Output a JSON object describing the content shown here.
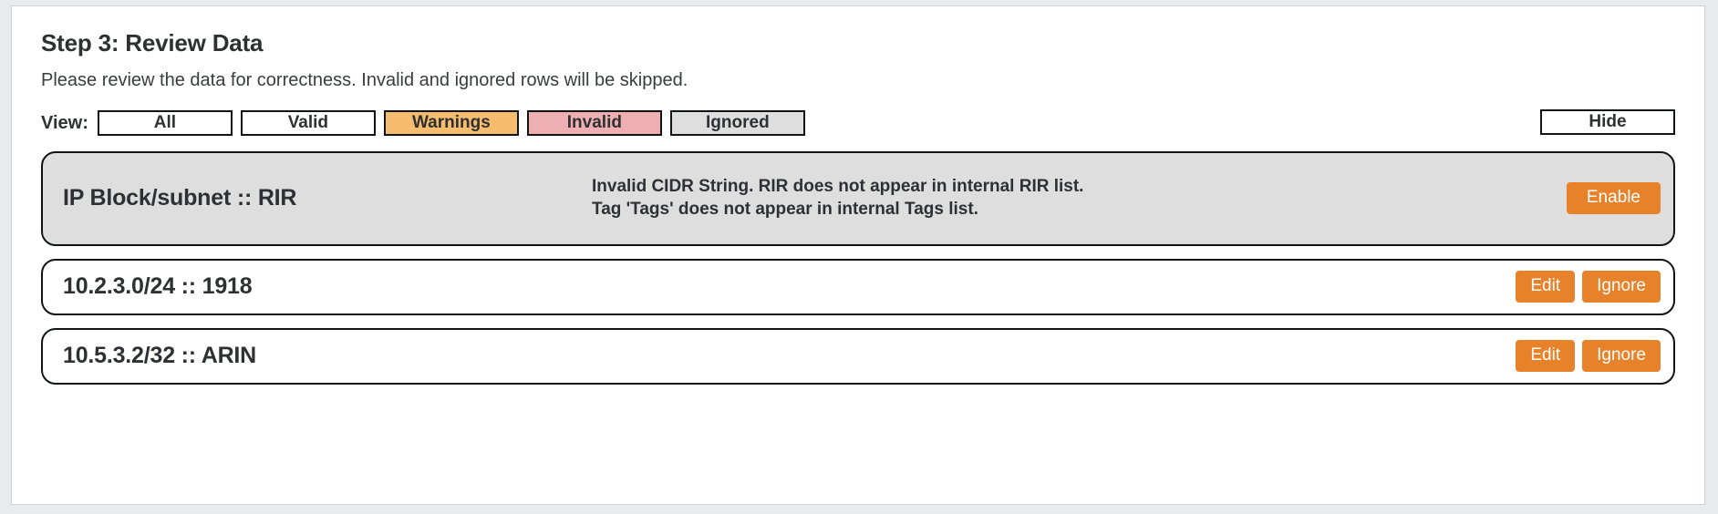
{
  "step": {
    "title": "Step 3: Review Data",
    "subtitle": "Please review the data for correctness. Invalid and ignored rows will be skipped."
  },
  "filters": {
    "label": "View:",
    "options": [
      {
        "label": "All",
        "state": "default",
        "color": "#ffffff",
        "selected": false
      },
      {
        "label": "Valid",
        "state": "default",
        "color": "#ffffff",
        "selected": false
      },
      {
        "label": "Warnings",
        "state": "warnings",
        "color": "#f7bd6e",
        "selected": true
      },
      {
        "label": "Invalid",
        "state": "invalid",
        "color": "#eeafb2",
        "selected": true
      },
      {
        "label": "Ignored",
        "state": "ignored",
        "color": "#dedede",
        "selected": true
      }
    ],
    "hide_label": "Hide"
  },
  "rows": [
    {
      "label": "IP Block/subnet :: RIR",
      "message": "Invalid CIDR String. RIR does not appear in internal RIR list. Tag 'Tags' does not appear in internal Tags list.",
      "state": "warning",
      "actions": [
        {
          "label": "Enable",
          "name": "enable-button"
        }
      ]
    },
    {
      "label": "10.2.3.0/24 :: 1918",
      "message": "",
      "state": "normal",
      "actions": [
        {
          "label": "Edit",
          "name": "edit-button"
        },
        {
          "label": "Ignore",
          "name": "ignore-button"
        }
      ]
    },
    {
      "label": "10.5.3.2/32 :: ARIN",
      "message": "",
      "state": "normal",
      "actions": [
        {
          "label": "Edit",
          "name": "edit-button"
        },
        {
          "label": "Ignore",
          "name": "ignore-button"
        }
      ]
    }
  ],
  "colors": {
    "accent": "#e8822a",
    "warning": "#f7bd6e",
    "invalid": "#eeafb2",
    "ignored": "#dedede",
    "row_warning_bg": "#dededf"
  }
}
